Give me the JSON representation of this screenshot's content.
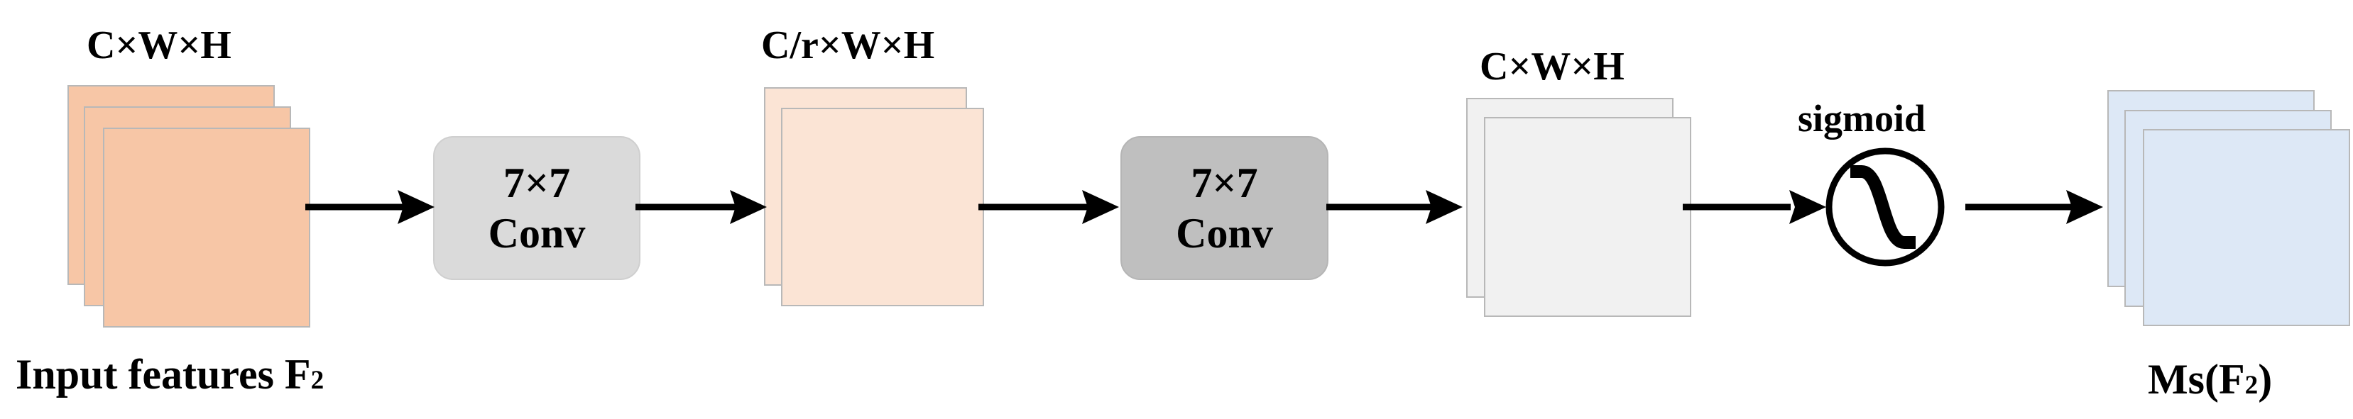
{
  "diagram": {
    "input": {
      "dim": "C×W×H",
      "label": "Input features F",
      "label_sub": "2",
      "color": "#f7c6a6"
    },
    "conv1": {
      "kernel": "7×7",
      "name": "Conv",
      "color": "#dadada"
    },
    "mid": {
      "dim": "C/r×W×H",
      "color": "#fbe4d5"
    },
    "conv2": {
      "kernel": "7×7",
      "name": "Conv",
      "color": "#bfbfbf"
    },
    "pre": {
      "dim": "C×W×H",
      "color": "#f1f1f1"
    },
    "act": {
      "label": "sigmoid"
    },
    "output": {
      "label_pre": "Ms(F",
      "label_sub": "2",
      "label_post": ")",
      "color": "#dde8f6"
    }
  }
}
